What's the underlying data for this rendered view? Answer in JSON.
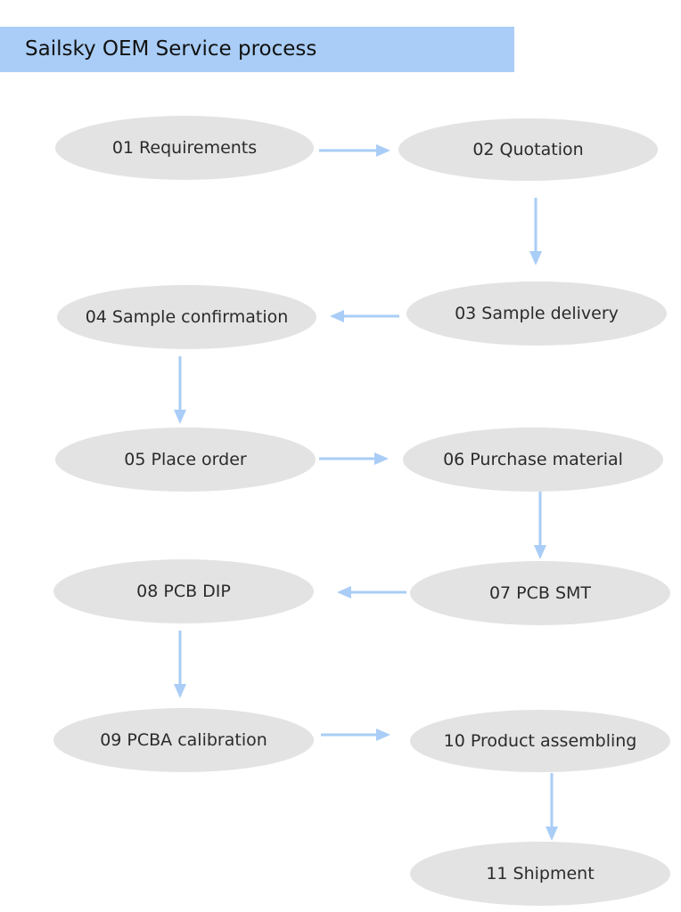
{
  "header": {
    "title": "Sailsky OEM Service process"
  },
  "colors": {
    "header_bg": "#a9cdf6",
    "node_fill": "#e3e3e3",
    "arrow": "#a9cdf6"
  },
  "steps": [
    {
      "label": "01 Requirements"
    },
    {
      "label": "02 Quotation"
    },
    {
      "label": "03 Sample delivery"
    },
    {
      "label": "04 Sample confirmation"
    },
    {
      "label": "05 Place order"
    },
    {
      "label": "06 Purchase material"
    },
    {
      "label": "07 PCB SMT"
    },
    {
      "label": "08 PCB DIP"
    },
    {
      "label": "09 PCBA calibration"
    },
    {
      "label": "10 Product assembling"
    },
    {
      "label": "11 Shipment"
    }
  ]
}
